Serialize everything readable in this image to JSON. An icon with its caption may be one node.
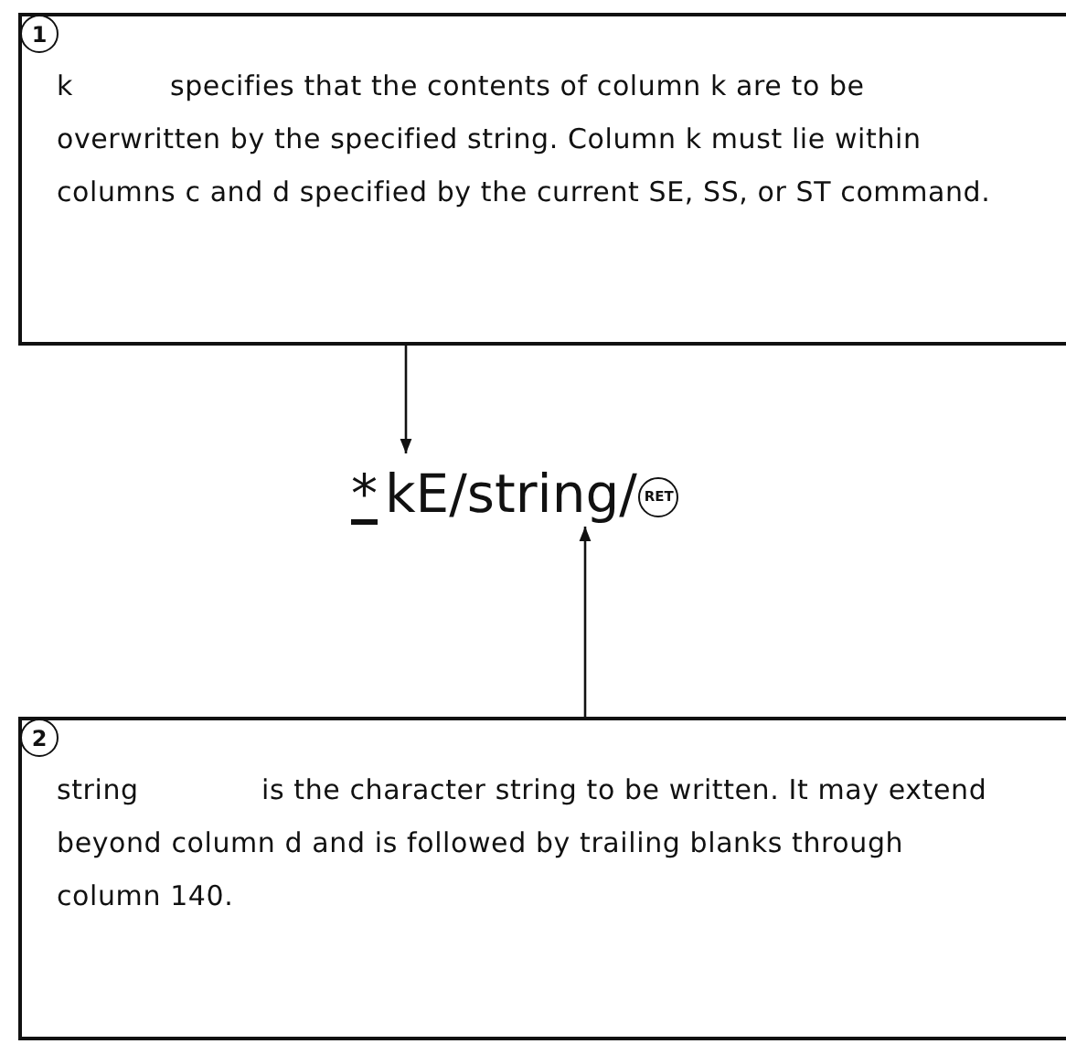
{
  "diagram": {
    "nodes": [
      {
        "text": [
          "1",
          "k",
          "specifies that the contents of column k are to be overwritten by the specified string. Column k must lie within columns c and d specified by the current SE, SS, or ST command."
        ]
      },
      {
        "text": [
          "*",
          "kE/string/",
          "RET"
        ]
      },
      {
        "text": [
          "2",
          "string",
          "is the character string to be written. It may extend beyond column d and is followed by trailing blanks through column 140."
        ]
      }
    ],
    "edges": [
      {
        "from": 0,
        "to": 1,
        "arrow": "to"
      },
      {
        "from": 2,
        "to": 1,
        "arrow": "to"
      }
    ]
  }
}
